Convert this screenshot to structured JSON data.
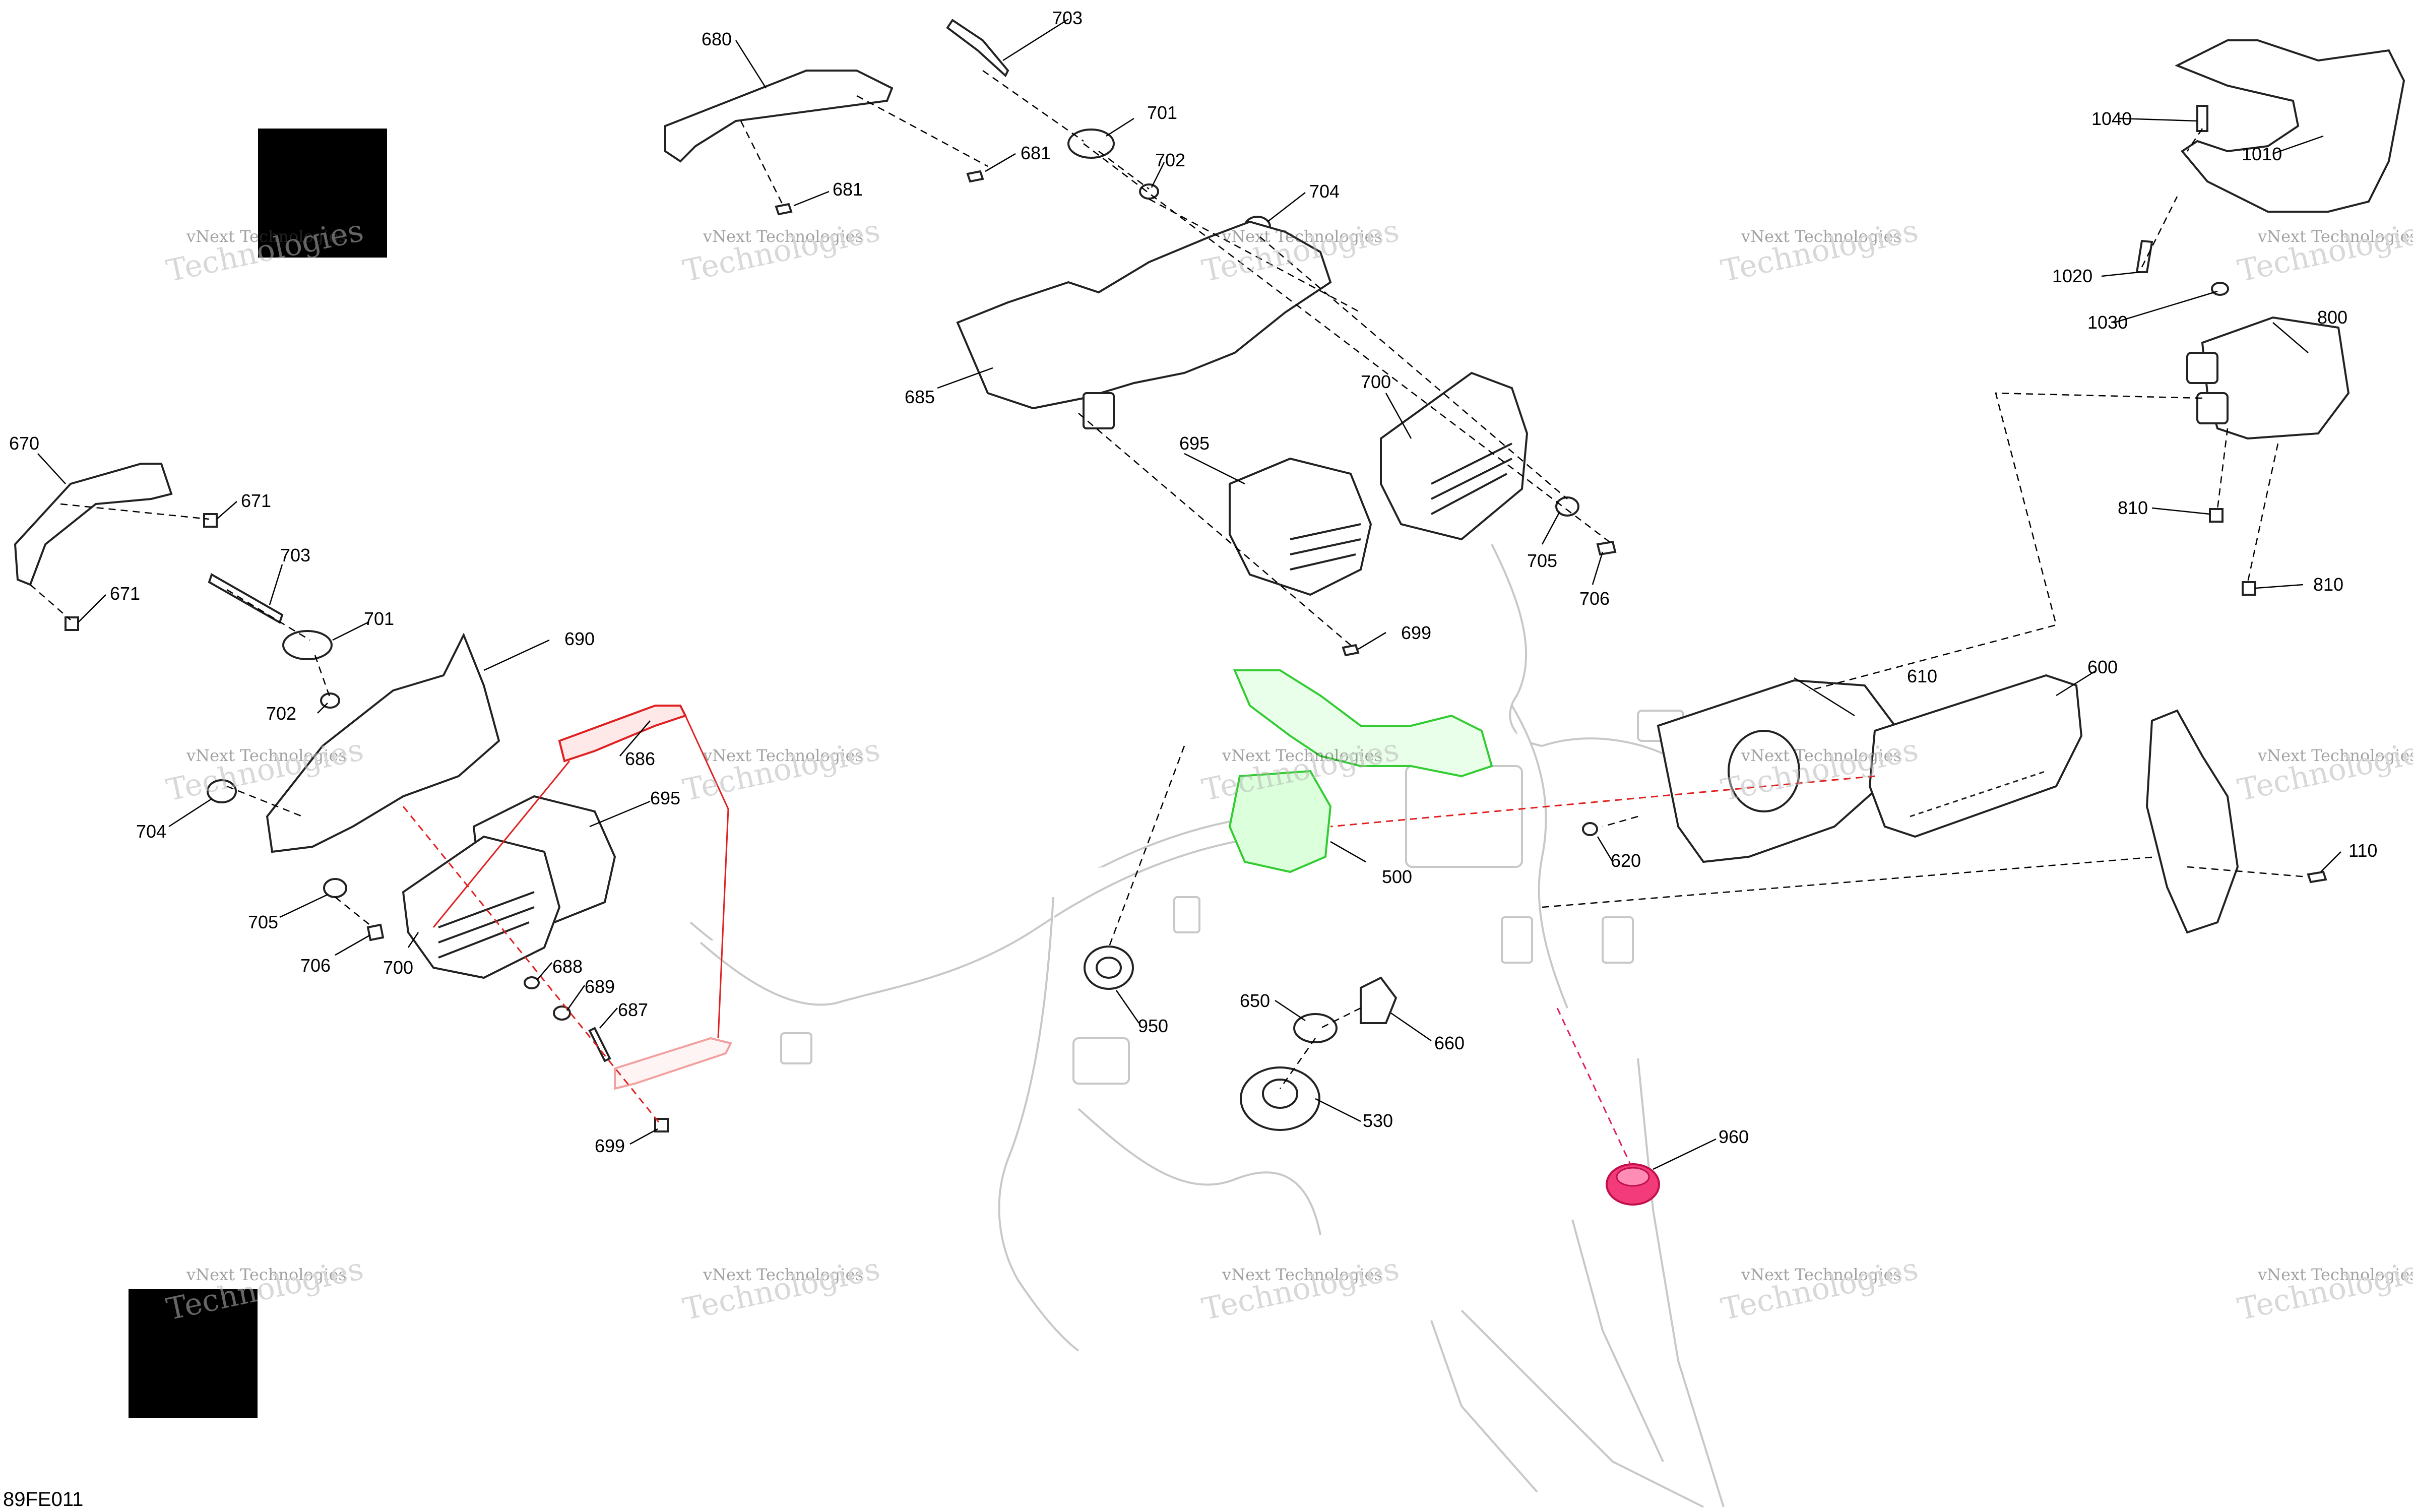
{
  "figure_code": "89FE011",
  "watermark": {
    "line1": "vNext Technologies",
    "line2": "Technologies"
  },
  "callouts": {
    "c680": "680",
    "c703a": "703",
    "c701a": "701",
    "c681a": "681",
    "c702a": "702",
    "c681b": "681",
    "c704a": "704",
    "c685": "685",
    "c695a": "695",
    "c700a": "700",
    "c705a": "705",
    "c706a": "706",
    "c699a": "699",
    "c1040": "1040",
    "c1010": "1010",
    "c1020": "1020",
    "c1030": "1030",
    "c800": "800",
    "c810a": "810",
    "c810b": "810",
    "c670": "670",
    "c671a": "671",
    "c671b": "671",
    "c703b": "703",
    "c701b": "701",
    "c690": "690",
    "c702b": "702",
    "c686": "686",
    "c695b": "695",
    "c704b": "704",
    "c705b": "705",
    "c706b": "706",
    "c700b": "700",
    "c688": "688",
    "c689": "689",
    "c687": "687",
    "c699b": "699",
    "c610": "610",
    "c600": "600",
    "c500": "500",
    "c620": "620",
    "c110": "110",
    "c950": "950",
    "c650": "650",
    "c660": "660",
    "c530": "530",
    "c960": "960"
  },
  "colors": {
    "highlight_red": "#e02020",
    "highlight_green": "#33cc33",
    "highlight_pink": "#e0206a",
    "line": "#222222",
    "harness_grey": "#c8c8c8"
  }
}
